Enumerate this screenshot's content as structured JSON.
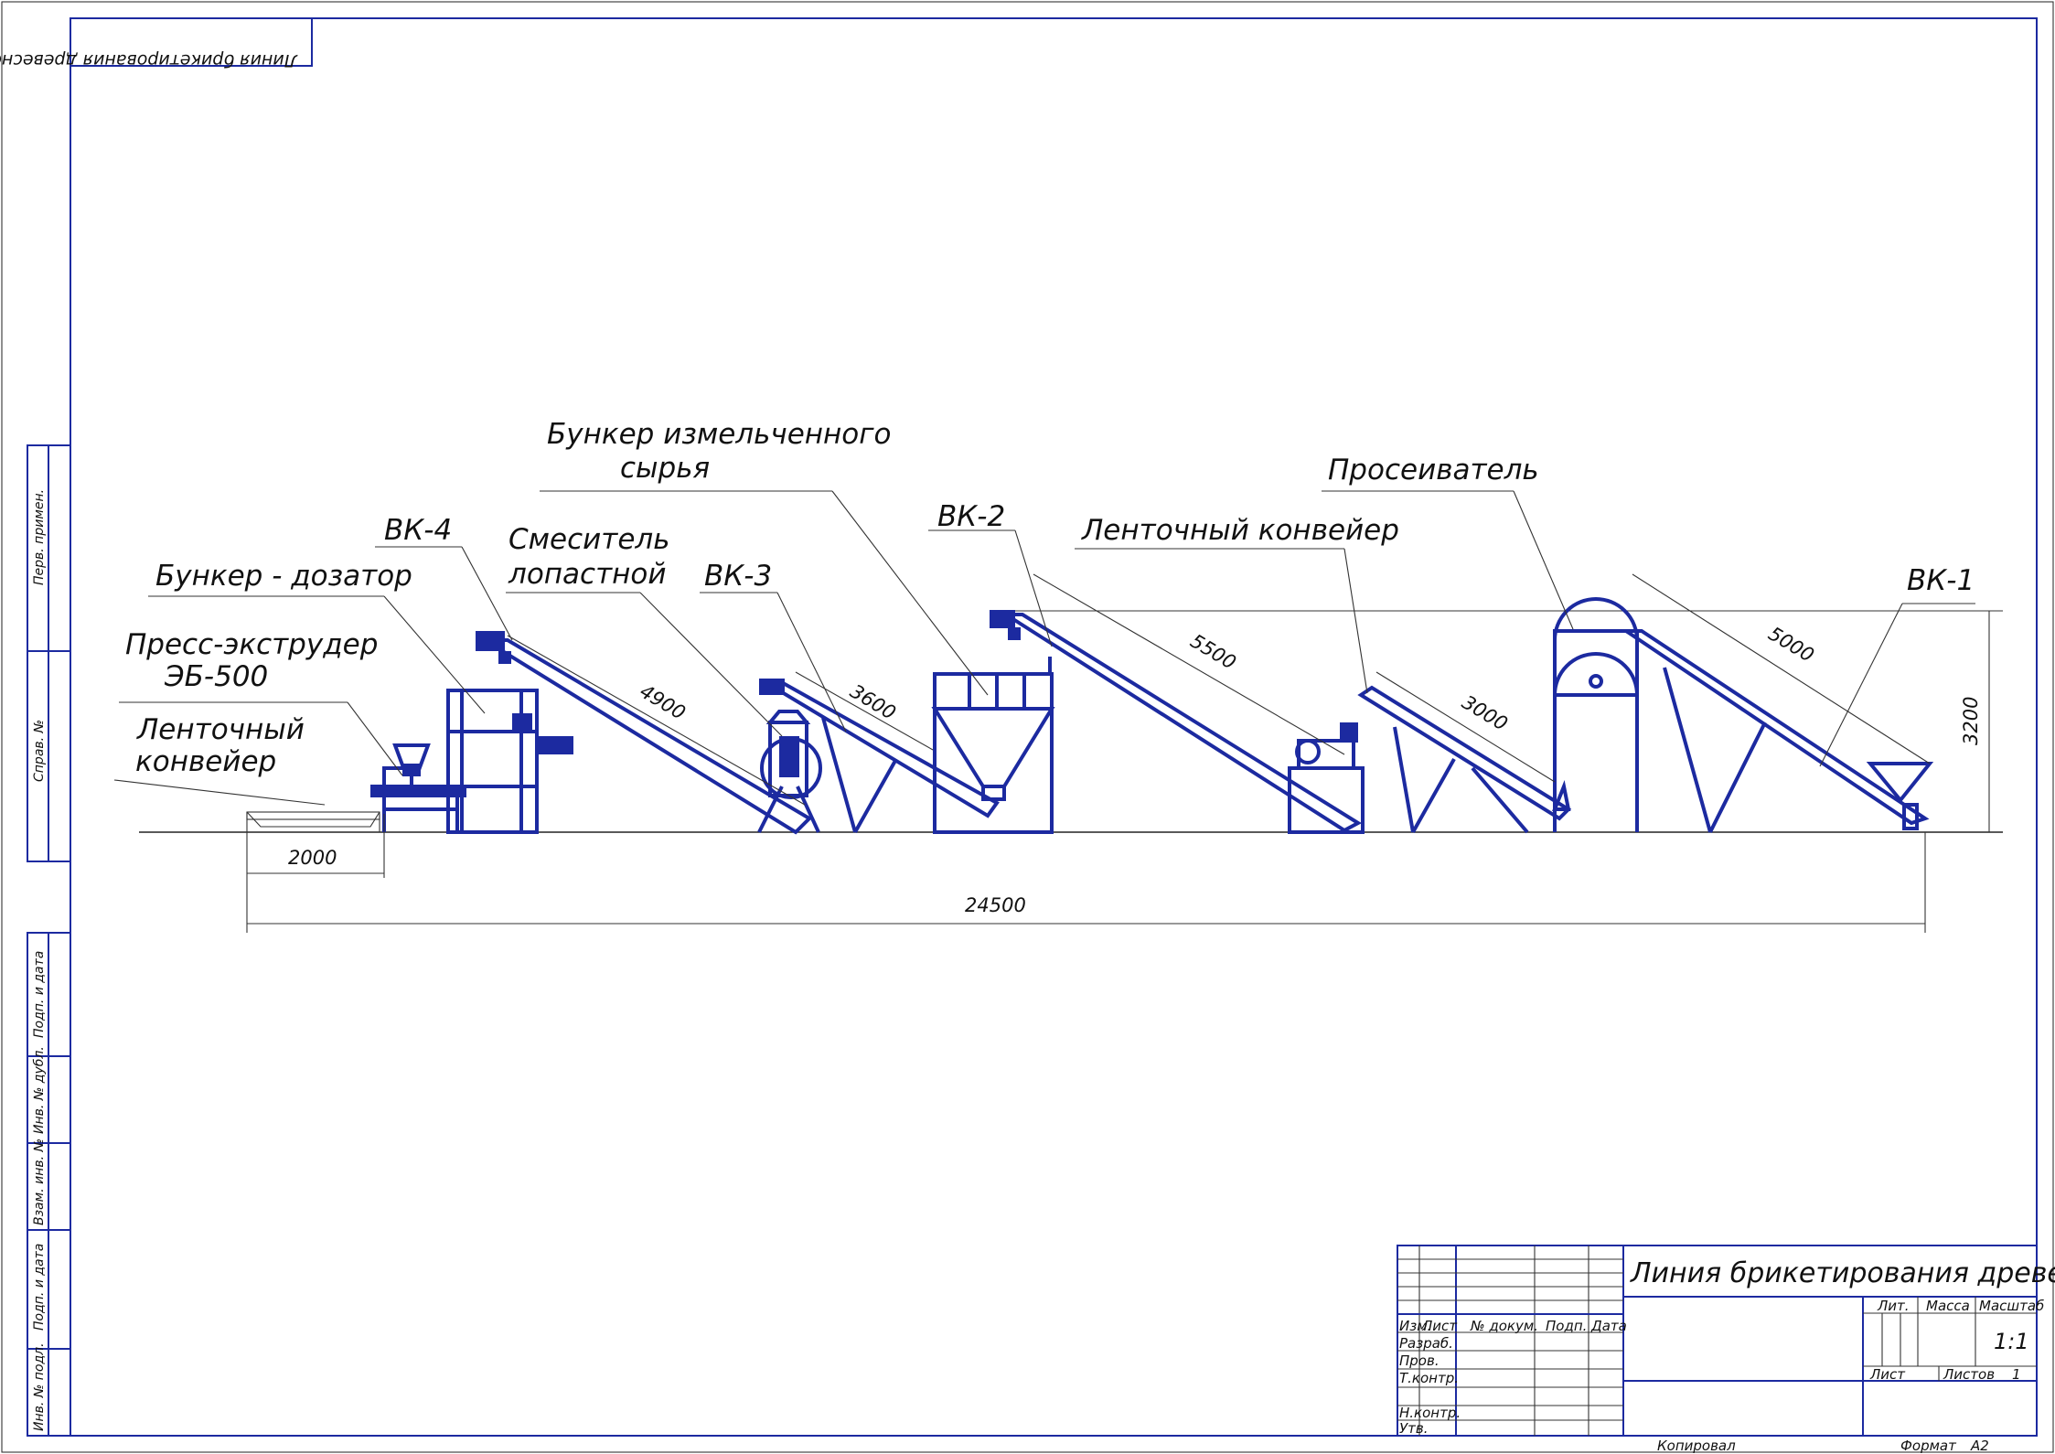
{
  "stamp": {
    "mirrored_title": "Линия брикетирования древесного угля"
  },
  "side_fields": [
    "Перв. примен.",
    "Справ. №",
    "Подп. и дата",
    "Инв. № дубл.",
    "Взам. инв. №",
    "Подп. и дата",
    "Инв. № подл."
  ],
  "callouts": {
    "press": [
      "Пресс-экструдер",
      "ЭБ-500"
    ],
    "belt_conveyor_left": [
      "Ленточный",
      "конвейер"
    ],
    "dosing_bunker": "Бункер - дозатор",
    "vk4": "ВК-4",
    "mixer": [
      "Смеситель",
      "лопастной"
    ],
    "vk3": "ВК-3",
    "crushed_bunker": [
      "Бункер измельченного",
      "сырья"
    ],
    "vk2": "ВК-2",
    "belt_conveyor_right": "Ленточный конвейер",
    "sifter": "Просеиватель",
    "vk1": "ВК-1"
  },
  "dimensions": {
    "d1": "2000",
    "d2": "24500",
    "d3": "4900",
    "d4": "3600",
    "d5": "5500",
    "d6": "3000",
    "d7": "5000",
    "d8": "3200"
  },
  "title_block": {
    "title": "Линия брикетирования древесного угля",
    "col_headers": [
      "Изм.",
      "Лист",
      "№ докум.",
      "Подп.",
      "Дата"
    ],
    "rows": [
      "Разраб.",
      "Пров.",
      "Т.контр.",
      "Н.контр.",
      "Утв."
    ],
    "lit": "Лит.",
    "mass": "Масса",
    "scale": "Масштаб",
    "scale_value": "1:1",
    "sheet": "Лист",
    "sheets": "Листов",
    "sheets_value": "1",
    "copied": "Копировал",
    "format": "Формат",
    "format_value": "A2"
  },
  "colors": {
    "equipment": "#1c2aa0",
    "lines": "#222222"
  }
}
